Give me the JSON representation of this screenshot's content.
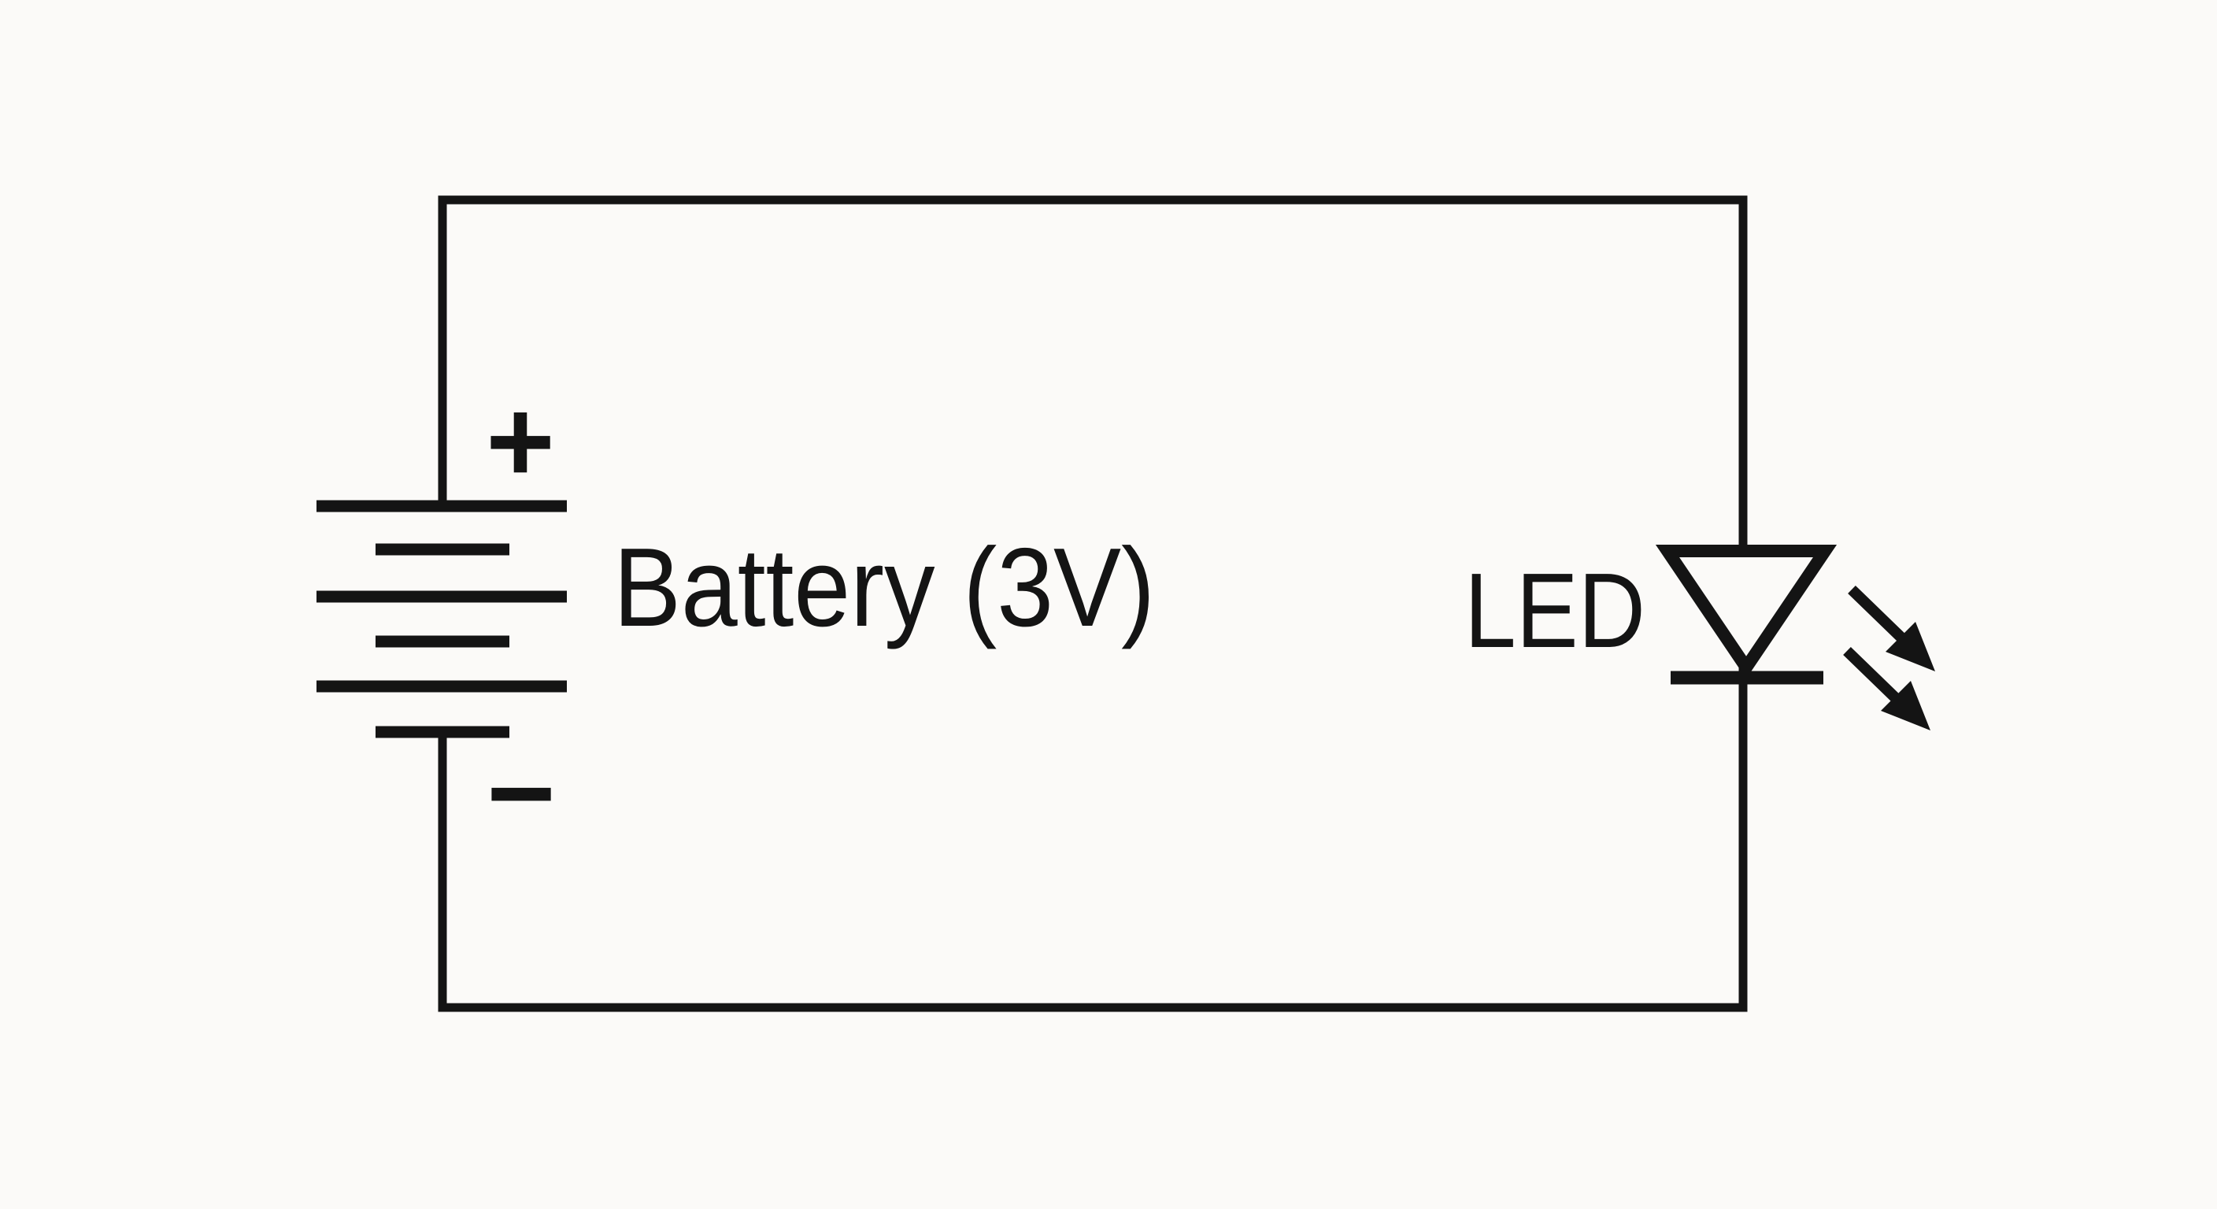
{
  "page": {
    "background_color": "#FBFAF8",
    "ink_color": "#141414"
  },
  "diagram": {
    "kind": "circuit-schematic",
    "description": "Single-loop series circuit: a 3V battery connected to an LED",
    "battery": {
      "label": "Battery (3V)",
      "voltage": "3V",
      "positive_sign": "+",
      "negative_sign": "−",
      "long_plates": 3,
      "short_plates": 3
    },
    "led": {
      "label": "LED",
      "light_arrow_count": 2
    }
  }
}
